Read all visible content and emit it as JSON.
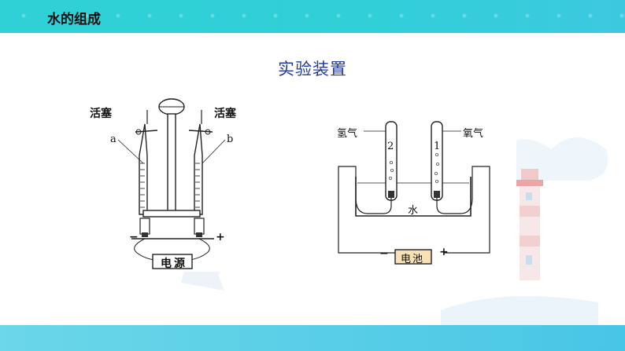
{
  "header": {
    "title": "水的组成"
  },
  "subtitle": "实验装置",
  "figure_left": {
    "valve_left_label": "活塞",
    "valve_right_label": "活塞",
    "tube_a_label": "a",
    "tube_b_label": "b",
    "minus_label": "−",
    "plus_label": "+",
    "power_label": "电源"
  },
  "figure_right": {
    "hydrogen_label": "氢气",
    "oxygen_label": "氧气",
    "tube_2_label": "2",
    "tube_1_label": "1",
    "water_label": "水",
    "minus_label": "−",
    "plus_label": "+",
    "battery_label": "电池"
  },
  "colors": {
    "accent": "#31cfd8",
    "subtitle": "#1f3a9b"
  }
}
